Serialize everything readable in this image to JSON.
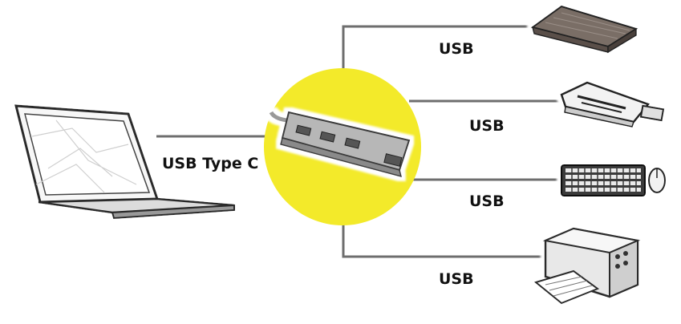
{
  "labels": {
    "laptop_link": "USB Type C",
    "storage_link": "USB",
    "card_reader_link": "USB",
    "keyboard_link": "USB",
    "printer_link": "USB"
  },
  "colors": {
    "hub_circle": "#f3ea2a",
    "line": "#6e6e6e",
    "ink": "#2b2b2b",
    "hub_body": "#b7b7b7"
  },
  "icons": {
    "laptop": "laptop-icon",
    "hub": "usb-hub-icon",
    "storage": "external-drive-icon",
    "card_reader": "card-reader-icon",
    "keyboard": "keyboard-icon",
    "mouse": "mouse-icon",
    "printer": "printer-icon"
  }
}
